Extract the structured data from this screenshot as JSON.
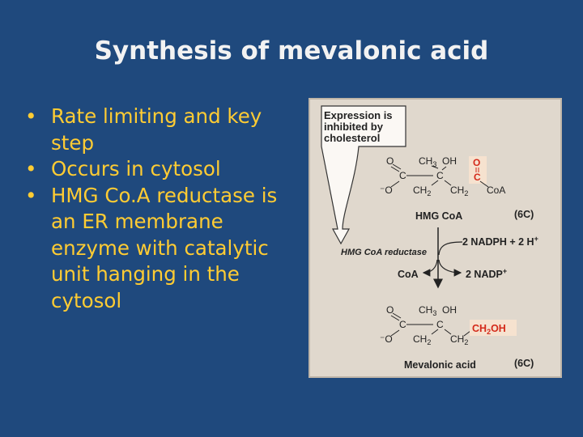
{
  "slide": {
    "title": "Synthesis of mevalonic acid",
    "bullets": [
      "Rate limiting and key step",
      "Occurs in cytosol",
      "HMG Co.A reductase is an ER membrane enzyme with catalytic unit hanging in the cytosol"
    ],
    "bullet_lines": [
      [
        "Rate limiting and key",
        "step"
      ],
      [
        "Occurs in cytosol"
      ],
      [
        "HMG Co.A reductase is",
        "an ER membrane",
        "enzyme with catalytic",
        "unit hanging in the",
        "cytosol"
      ]
    ],
    "bullet_symbol": "•"
  },
  "figure": {
    "callout_lines": [
      "Expression is",
      "inhibited by",
      "cholesterol"
    ],
    "hmg": {
      "o_left": "O",
      "c_left": "C",
      "o_minus": "⁻O",
      "ch3": "CH",
      "ch3_sub": "3",
      "oh": "OH",
      "c_mid": "C",
      "ch2a": "CH",
      "ch2a_sub": "2",
      "ch2b": "CH",
      "ch2b_sub": "2",
      "o_red": "O",
      "c_red": "C",
      "coa": "CoA"
    },
    "hmg_coa_label": "HMG CoA",
    "hmg_carbons": "(6C)",
    "enzyme_label": "HMG CoA reductase",
    "nadph_text": "2 NADPH + 2 H",
    "nadph_sup": "+",
    "coa_out": "CoA",
    "nadp_text": "2 NADP",
    "nadp_sup": "+",
    "mev": {
      "o_left": "O",
      "c_left": "C",
      "o_minus": "⁻O",
      "ch3": "CH",
      "ch3_sub": "3",
      "oh": "OH",
      "c_mid": "C",
      "ch2a": "CH",
      "ch2a_sub": "2",
      "ch2b": "CH",
      "ch2b_sub": "2",
      "ch2oh_a": "CH",
      "ch2oh_sub": "2",
      "ch2oh_b": "OH"
    },
    "mevalonic_label": "Mevalonic acid",
    "mev_carbons": "(6C)",
    "colors": {
      "red": "#d42a1a",
      "red_box": "#f6e2cf",
      "dark": "#222222",
      "callout_fill": "#fbf8f4"
    }
  }
}
